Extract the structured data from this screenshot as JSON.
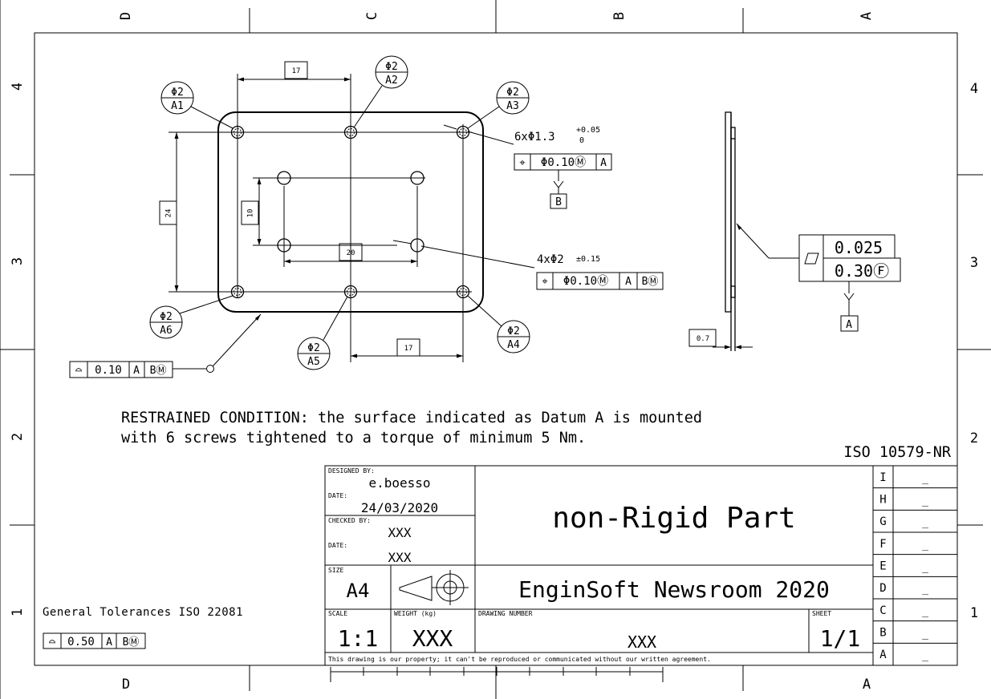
{
  "frame": {
    "zones_top": [
      "D",
      "C",
      "B",
      "A"
    ],
    "zones_bottom": [
      "D",
      "A"
    ],
    "rows_left": [
      "4",
      "3",
      "2",
      "1"
    ],
    "rows_right": [
      "4",
      "3",
      "2",
      "1"
    ]
  },
  "front_view": {
    "dim_top": "17",
    "dim_bottom": "17",
    "dim_left": "24",
    "dim_inner_vertical": "10",
    "dim_inner_horizontal": "20",
    "targets": [
      {
        "size": "Φ2",
        "label": "A1"
      },
      {
        "size": "Φ2",
        "label": "A2"
      },
      {
        "size": "Φ2",
        "label": "A3"
      },
      {
        "size": "Φ2",
        "label": "A4"
      },
      {
        "size": "Φ2",
        "label": "A5"
      },
      {
        "size": "Φ2",
        "label": "A6"
      }
    ],
    "holes_6": {
      "callout": "6xΦ1.3",
      "tol_upper": "+0.05",
      "tol_lower": "0",
      "fcf": [
        "⌖",
        "Φ0.10Ⓜ",
        "A"
      ],
      "datum": "B"
    },
    "holes_4": {
      "callout": "4xΦ2",
      "tol": "±0.15",
      "fcf": [
        "⌖",
        "Φ0.10Ⓜ",
        "A",
        "BⓂ"
      ]
    },
    "profile_fcf": [
      "⌓",
      "0.10",
      "A",
      "BⓂ"
    ]
  },
  "side_view": {
    "flatness_value": "0.025",
    "flatness_free": "0.30Ⓕ",
    "datum": "A",
    "thickness": "0.7"
  },
  "notes": {
    "line1": "RESTRAINED CONDITION: the surface indicated as Datum A is mounted",
    "line2": "with 6 screws tightened to a torque of minimum 5 Nm.",
    "standard": "ISO 10579-NR",
    "general_tolerances": "General Tolerances ISO 22081",
    "general_fcf": [
      "⌓",
      "0.50",
      "A",
      "BⓂ"
    ]
  },
  "title_block": {
    "designed_by_label": "DESIGNED BY:",
    "designed_by": "e.boesso",
    "date_label": "DATE:",
    "date1": "24/03/2020",
    "checked_by_label": "CHECKED BY:",
    "checked_by": "XXX",
    "date2": "XXX",
    "size_label": "SIZE",
    "size": "A4",
    "scale_label": "SCALE",
    "scale": "1:1",
    "weight_label": "WEIGHT (kg)",
    "weight": "XXX",
    "drawing_number_label": "DRAWING NUMBER",
    "drawing_number": "XXX",
    "sheet_label": "SHEET",
    "sheet": "1/1",
    "title": "non-Rigid Part",
    "subtitle": "EnginSoft Newsroom 2020",
    "disclaimer": "This drawing is our property; it can't be reproduced or communicated without our written agreement.",
    "revisions": [
      {
        "letter": "I",
        "value": "_"
      },
      {
        "letter": "H",
        "value": "_"
      },
      {
        "letter": "G",
        "value": "_"
      },
      {
        "letter": "F",
        "value": "_"
      },
      {
        "letter": "E",
        "value": "_"
      },
      {
        "letter": "D",
        "value": "_"
      },
      {
        "letter": "C",
        "value": "_"
      },
      {
        "letter": "B",
        "value": "_"
      },
      {
        "letter": "A",
        "value": "_"
      }
    ]
  }
}
